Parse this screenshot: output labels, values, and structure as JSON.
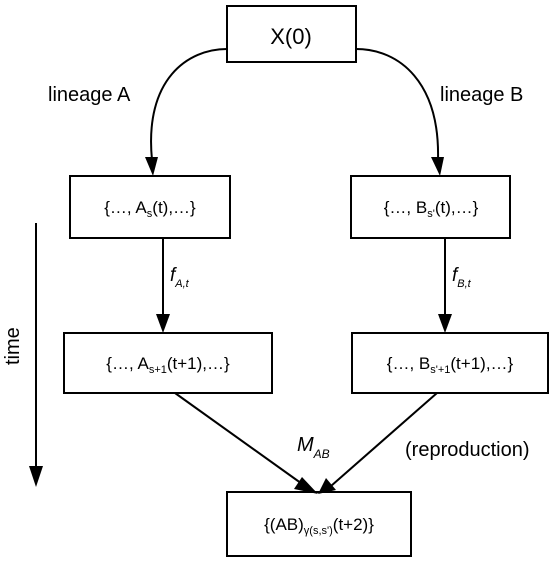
{
  "nodes": {
    "root": {
      "text": "X(0)"
    },
    "a_t": {
      "prefix": "{…, A",
      "sub": "s",
      "suffix": "(t),…}"
    },
    "b_t": {
      "prefix": "{…, B",
      "sub": "s'",
      "suffix": "(t),…}"
    },
    "a_t1": {
      "prefix": "{…, A",
      "sub": "s+1",
      "suffix": "(t+1),…}"
    },
    "b_t1": {
      "prefix": "{…, B",
      "sub": "s'+1",
      "suffix": "(t+1),…}"
    },
    "merge": {
      "prefix": "{(AB)",
      "sub": "γ(s,s')",
      "suffix": "(t+2)}"
    }
  },
  "labels": {
    "lineage_a": "lineage A",
    "lineage_b": "lineage B",
    "time": "time",
    "reproduction": "(reproduction)",
    "f_a": {
      "main": "f",
      "sub": "A,t"
    },
    "f_b": {
      "main": "f",
      "sub": "B,t"
    },
    "m_ab": {
      "main": "M",
      "sub": "AB"
    }
  }
}
